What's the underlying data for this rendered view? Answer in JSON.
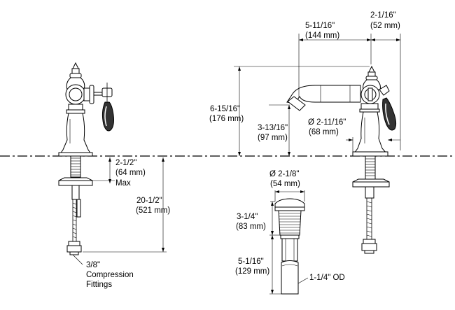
{
  "dimensions": {
    "left_flange": "2-1/2\"",
    "left_flange_mm": "(64 mm)",
    "left_flange_max": "Max",
    "supply_length": "20-1/2\"",
    "supply_length_mm": "(521 mm)",
    "compression": "3/8\"",
    "compression_l2": "Compression",
    "compression_l3": "Fittings",
    "spout_reach": "5-11/16\"",
    "spout_reach_mm": "(144 mm)",
    "spout_offset": "2-1/16\"",
    "spout_offset_mm": "(52 mm)",
    "overall_height": "6-15/16\"",
    "overall_height_mm": "(176 mm)",
    "spout_height": "3-13/16\"",
    "spout_height_mm": "(97 mm)",
    "base_dia": "Ø 2-11/16\"",
    "base_dia_mm": "(68 mm)",
    "drain_dia": "Ø 2-1/8\"",
    "drain_dia_mm": "(54 mm)",
    "drain_height": "3-1/4\"",
    "drain_height_mm": "(83 mm)",
    "tail_length": "5-1/16\"",
    "tail_length_mm": "(129 mm)",
    "tail_od": "1-1/4\" OD"
  }
}
